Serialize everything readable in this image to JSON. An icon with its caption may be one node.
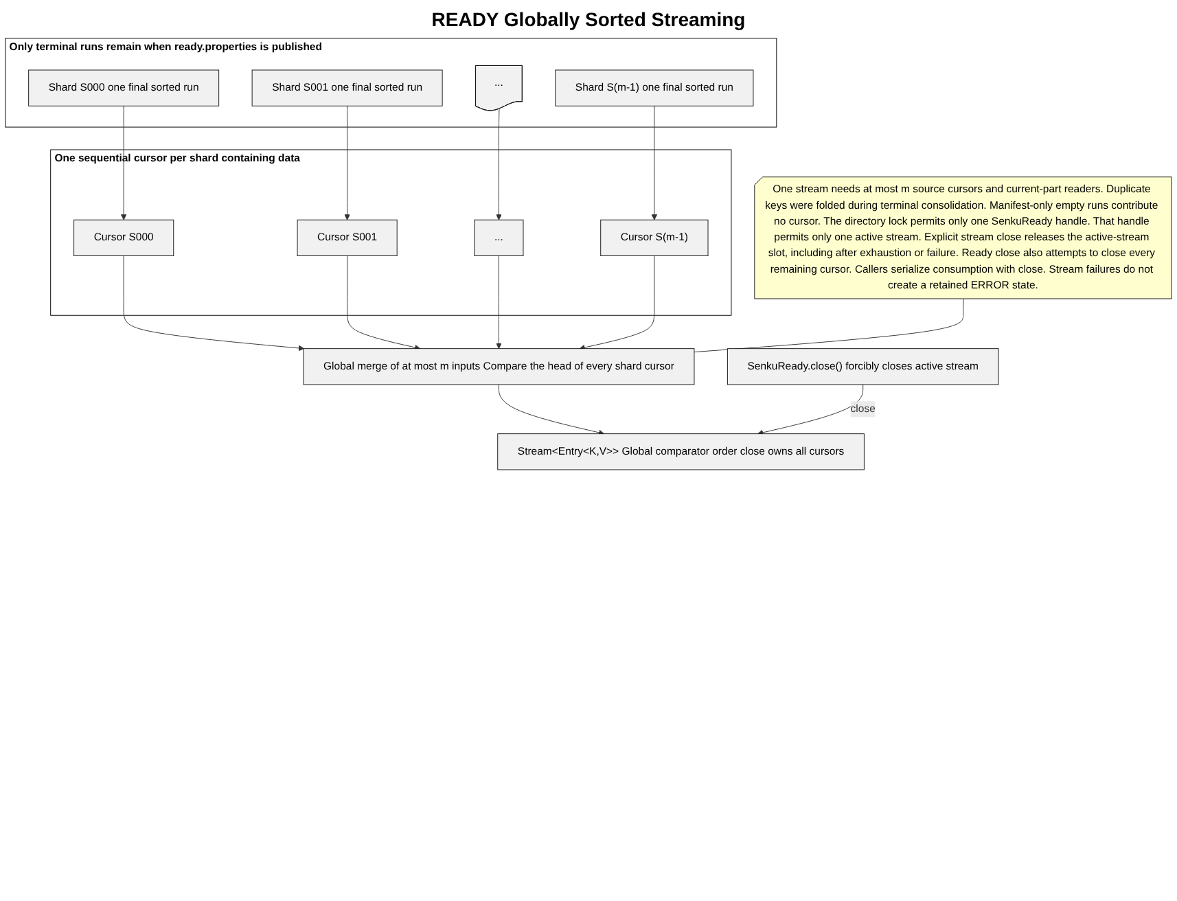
{
  "diagram": {
    "title": "READY Globally Sorted Streaming",
    "nodes": [
      {
        "text": [
          "Only terminal runs remain when ready.properties is published"
        ]
      },
      {
        "text": [
          "Shard S000 one final sorted run"
        ],
        "in": 0
      },
      {
        "text": [
          "Shard S001 one final sorted run"
        ],
        "in": 0
      },
      {
        "text": [
          "..."
        ],
        "in": 0
      },
      {
        "text": [
          "Shard S(m-1) one final sorted run"
        ],
        "in": 0
      },
      {
        "text": [
          "One sequential cursor per shard containing data"
        ]
      },
      {
        "text": [
          "Cursor S000"
        ],
        "in": 5
      },
      {
        "text": [
          "Cursor S001"
        ],
        "in": 5
      },
      {
        "text": [
          "..."
        ],
        "in": 5
      },
      {
        "text": [
          "Cursor S(m-1)"
        ],
        "in": 5
      },
      {
        "text": [
          "SenkuReady.close() forcibly closes active stream"
        ]
      },
      {
        "text": [
          "Global merge of at most m inputs Compare the head of every shard cursor"
        ]
      },
      {
        "text": [
          "One stream needs at most m source cursors and current-part readers. Duplicate keys were folded during terminal consolidation. Manifest-only empty runs contribute no cursor. The directory lock permits only one SenkuReady handle. That handle permits only one active stream. Explicit stream close releases the active-stream slot, including after exhaustion or failure. Ready close also attempts to close every remaining cursor. Callers serialize consumption with close. Stream failures do not create a retained ERROR state."
        ]
      },
      {
        "text": [
          "Stream<Entry<K,V>> Global comparator order close owns all cursors"
        ]
      }
    ],
    "edges": [
      {
        "from": 1,
        "to": 6,
        "arrow": "to"
      },
      {
        "from": 2,
        "to": 7,
        "arrow": "to"
      },
      {
        "from": 3,
        "to": 8,
        "arrow": "to"
      },
      {
        "from": 4,
        "to": 9,
        "arrow": "to"
      },
      {
        "from": 6,
        "to": 11,
        "arrow": "to"
      },
      {
        "from": 7,
        "to": 11,
        "arrow": "to"
      },
      {
        "from": 8,
        "to": 11,
        "arrow": "to"
      },
      {
        "from": 9,
        "to": 11,
        "arrow": "to"
      },
      {
        "from": 12,
        "to": 11,
        "arrow": "none"
      },
      {
        "from": 11,
        "to": 13,
        "arrow": "to"
      },
      {
        "from": 10,
        "to": 13,
        "arrow": "to",
        "label": "close"
      }
    ]
  }
}
